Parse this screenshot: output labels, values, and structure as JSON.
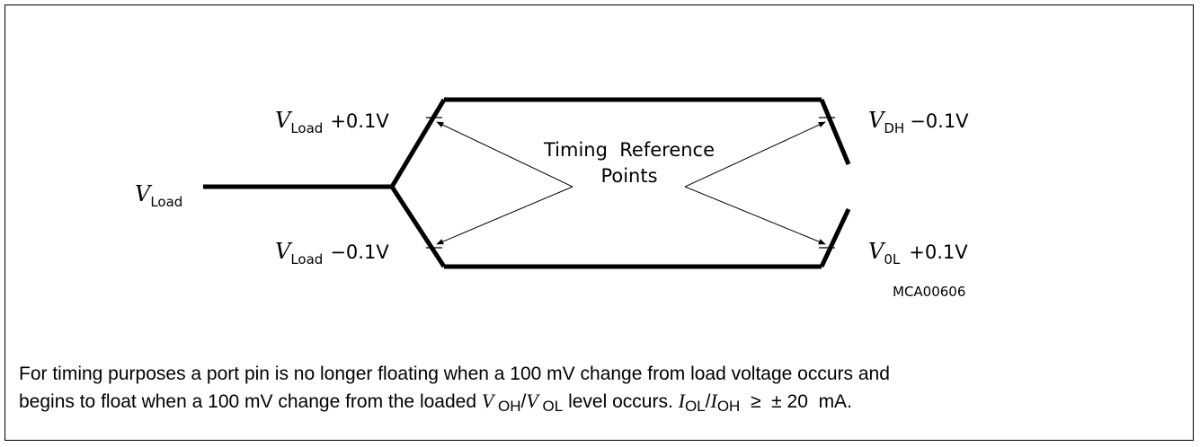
{
  "diagram": {
    "v_load": {
      "symbol": "V",
      "sub": "Load"
    },
    "v_load_plus": {
      "symbol": "V",
      "sub": "Load",
      "suffix": "+0.1V"
    },
    "v_load_minus": {
      "symbol": "V",
      "sub": "Load",
      "suffix": "−0.1V"
    },
    "v_dh_minus": {
      "symbol": "V",
      "sub": "DH",
      "suffix": "−0.1V"
    },
    "v_ol_plus": {
      "symbol": "V",
      "sub": "0L",
      "suffix": "+0.1V"
    },
    "timing_line1": "Timing  Reference",
    "timing_line2": "Points",
    "figure_id": "MCA00606"
  },
  "caption": {
    "line1": "For timing purposes a port pin is no longer floating when a 100  mV change from load voltage occurs and",
    "line2_a": "begins to float when a 100 mV change from the loaded ",
    "v_sym_1": "V",
    "oh_sub": " OH",
    "slash_1": "/",
    "v_sym_2": "V",
    "ol_sub": " OL",
    "line2_b": " level occurs. ",
    "i_sym_1": "I",
    "iol_sub": "OL",
    "slash_2": "/",
    "i_sym_2": "I",
    "ioh_sub": "OH",
    "line2_c": "  ≥  ± 20  mA."
  }
}
